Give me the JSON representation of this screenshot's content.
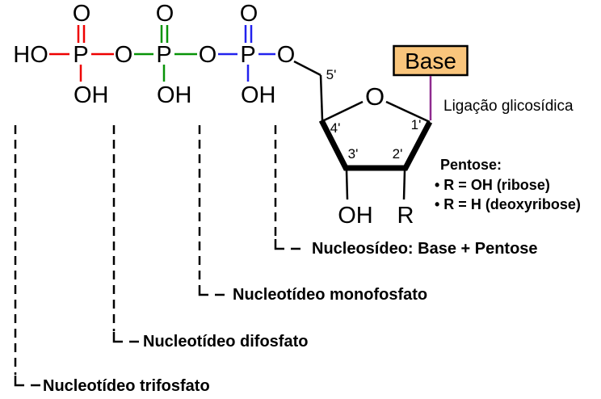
{
  "colors": {
    "red": "#ee0000",
    "green": "#079307",
    "blue": "#2222ee",
    "purple": "#8f2a8f",
    "base_fill": "#f9c57c",
    "black": "#000000"
  },
  "molecule": {
    "ho": "HO",
    "phosphates": [
      {
        "p": "P",
        "double_o": "O",
        "oh": "OH"
      },
      {
        "bridge_o": "O",
        "p": "P",
        "double_o": "O",
        "oh": "OH"
      },
      {
        "bridge_o": "O",
        "p": "P",
        "double_o": "O",
        "oh": "OH"
      }
    ],
    "ester_o": "O",
    "sugar": {
      "ring_o": "O",
      "c5": "5'",
      "c4": "4'",
      "c3": "3'",
      "c2": "2'",
      "c1": "1'",
      "oh": "OH",
      "r": "R"
    },
    "base_label": "Base"
  },
  "annotations": {
    "glycosidic_bond": "Ligação glicosídica",
    "pentose_title": "Pentose:",
    "pentose_ribose": "• R = OH (ribose)",
    "pentose_deoxyribose": "• R = H (deoxyribose)"
  },
  "brackets": [
    {
      "label": "Nucleosídeo: Base + Pentose"
    },
    {
      "label": "Nucleotídeo monofosfato"
    },
    {
      "label": "Nucleotídeo difosfato"
    },
    {
      "label": "Nucleotídeo trifosfato"
    }
  ]
}
